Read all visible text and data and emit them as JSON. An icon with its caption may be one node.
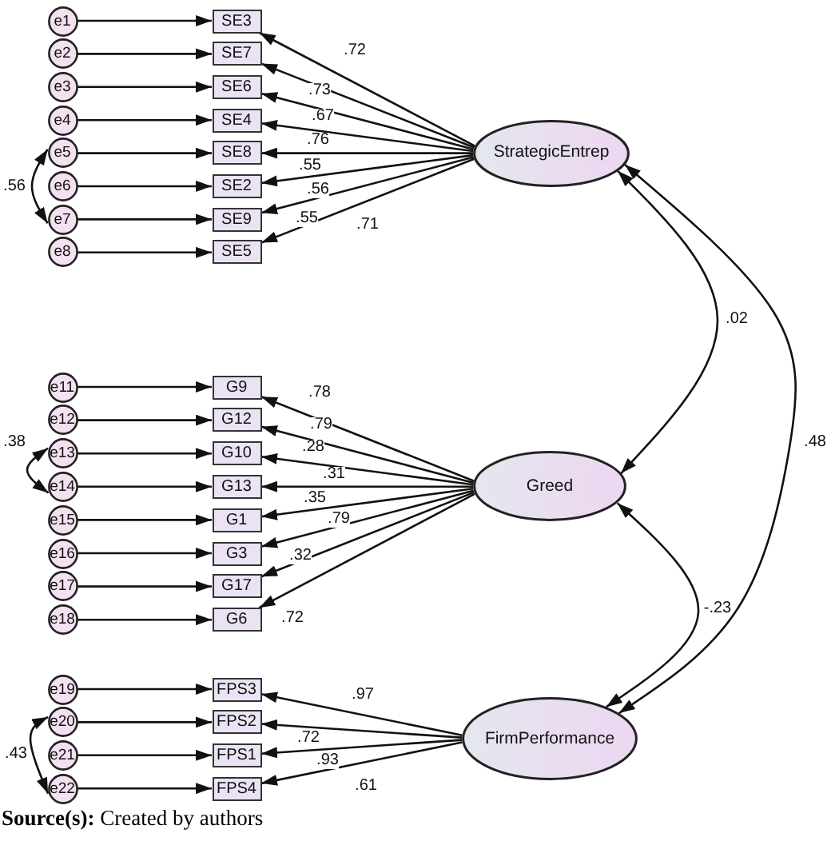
{
  "diagram": {
    "caption": "**Source(s):** Created by authors",
    "nodes": [
      {
        "text": [
          "e1"
        ]
      },
      {
        "text": [
          "e2"
        ]
      },
      {
        "text": [
          "e3"
        ]
      },
      {
        "text": [
          "e4"
        ]
      },
      {
        "text": [
          "e5"
        ]
      },
      {
        "text": [
          "e6"
        ]
      },
      {
        "text": [
          "e7"
        ]
      },
      {
        "text": [
          "e8"
        ]
      },
      {
        "text": [
          "SE3"
        ]
      },
      {
        "text": [
          "SE7"
        ]
      },
      {
        "text": [
          "SE6"
        ]
      },
      {
        "text": [
          "SE4"
        ]
      },
      {
        "text": [
          "SE8"
        ]
      },
      {
        "text": [
          "SE2"
        ]
      },
      {
        "text": [
          "SE9"
        ]
      },
      {
        "text": [
          "SE5"
        ]
      },
      {
        "text": [
          "StrategicEntrep"
        ]
      },
      {
        "text": [
          "e11"
        ]
      },
      {
        "text": [
          "e12"
        ]
      },
      {
        "text": [
          "e13"
        ]
      },
      {
        "text": [
          "e14"
        ]
      },
      {
        "text": [
          "e15"
        ]
      },
      {
        "text": [
          "e16"
        ]
      },
      {
        "text": [
          "e17"
        ]
      },
      {
        "text": [
          "e18"
        ]
      },
      {
        "text": [
          "G9"
        ]
      },
      {
        "text": [
          "G12"
        ]
      },
      {
        "text": [
          "G10"
        ]
      },
      {
        "text": [
          "G13"
        ]
      },
      {
        "text": [
          "G1"
        ]
      },
      {
        "text": [
          "G3"
        ]
      },
      {
        "text": [
          "G17"
        ]
      },
      {
        "text": [
          "G6"
        ]
      },
      {
        "text": [
          "Greed"
        ]
      },
      {
        "text": [
          "e19"
        ]
      },
      {
        "text": [
          "e20"
        ]
      },
      {
        "text": [
          "e21"
        ]
      },
      {
        "text": [
          "e22"
        ]
      },
      {
        "text": [
          "FPS3"
        ]
      },
      {
        "text": [
          "FPS2"
        ]
      },
      {
        "text": [
          "FPS1"
        ]
      },
      {
        "text": [
          "FPS4"
        ]
      },
      {
        "text": [
          "FirmPerformance"
        ]
      }
    ],
    "edges": [
      {
        "from": 0,
        "to": 8,
        "arrow": "to"
      },
      {
        "from": 1,
        "to": 9,
        "arrow": "to"
      },
      {
        "from": 2,
        "to": 10,
        "arrow": "to"
      },
      {
        "from": 3,
        "to": 11,
        "arrow": "to"
      },
      {
        "from": 4,
        "to": 12,
        "arrow": "to"
      },
      {
        "from": 5,
        "to": 13,
        "arrow": "to"
      },
      {
        "from": 6,
        "to": 14,
        "arrow": "to"
      },
      {
        "from": 7,
        "to": 15,
        "arrow": "to"
      },
      {
        "from": 16,
        "to": 8,
        "arrow": "to",
        "label": ".72"
      },
      {
        "from": 16,
        "to": 9,
        "arrow": "to",
        "label": ".73"
      },
      {
        "from": 16,
        "to": 10,
        "arrow": "to",
        "label": ".67"
      },
      {
        "from": 16,
        "to": 11,
        "arrow": "to",
        "label": ".76"
      },
      {
        "from": 16,
        "to": 12,
        "arrow": "to",
        "label": ".55"
      },
      {
        "from": 16,
        "to": 13,
        "arrow": "to",
        "label": ".56"
      },
      {
        "from": 16,
        "to": 14,
        "arrow": "to",
        "label": ".55"
      },
      {
        "from": 16,
        "to": 15,
        "arrow": "to",
        "label": ".71"
      },
      {
        "from": 4,
        "to": 6,
        "arrow": "both",
        "label": ".56"
      },
      {
        "from": 17,
        "to": 25,
        "arrow": "to"
      },
      {
        "from": 18,
        "to": 26,
        "arrow": "to"
      },
      {
        "from": 19,
        "to": 27,
        "arrow": "to"
      },
      {
        "from": 20,
        "to": 28,
        "arrow": "to"
      },
      {
        "from": 21,
        "to": 29,
        "arrow": "to"
      },
      {
        "from": 22,
        "to": 30,
        "arrow": "to"
      },
      {
        "from": 23,
        "to": 31,
        "arrow": "to"
      },
      {
        "from": 24,
        "to": 32,
        "arrow": "to"
      },
      {
        "from": 33,
        "to": 25,
        "arrow": "to",
        "label": ".78"
      },
      {
        "from": 33,
        "to": 26,
        "arrow": "to",
        "label": ".79"
      },
      {
        "from": 33,
        "to": 27,
        "arrow": "to",
        "label": ".28"
      },
      {
        "from": 33,
        "to": 28,
        "arrow": "to",
        "label": ".31"
      },
      {
        "from": 33,
        "to": 29,
        "arrow": "to",
        "label": ".35"
      },
      {
        "from": 33,
        "to": 30,
        "arrow": "to",
        "label": ".79"
      },
      {
        "from": 33,
        "to": 31,
        "arrow": "to",
        "label": ".32"
      },
      {
        "from": 33,
        "to": 32,
        "arrow": "to",
        "label": ".72"
      },
      {
        "from": 19,
        "to": 20,
        "arrow": "both",
        "label": ".38"
      },
      {
        "from": 34,
        "to": 38,
        "arrow": "to"
      },
      {
        "from": 35,
        "to": 39,
        "arrow": "to"
      },
      {
        "from": 36,
        "to": 40,
        "arrow": "to"
      },
      {
        "from": 37,
        "to": 41,
        "arrow": "to"
      },
      {
        "from": 42,
        "to": 38,
        "arrow": "to",
        "label": ".97"
      },
      {
        "from": 42,
        "to": 39,
        "arrow": "to",
        "label": ".72"
      },
      {
        "from": 42,
        "to": 40,
        "arrow": "to",
        "label": ".93"
      },
      {
        "from": 42,
        "to": 41,
        "arrow": "to",
        "label": ".61"
      },
      {
        "from": 35,
        "to": 37,
        "arrow": "both",
        "label": ".43"
      },
      {
        "from": 16,
        "to": 33,
        "arrow": "both",
        "label": ".02"
      },
      {
        "from": 16,
        "to": 42,
        "arrow": "both",
        "label": ".48"
      },
      {
        "from": 33,
        "to": 42,
        "arrow": "both",
        "label": "-.23"
      }
    ]
  }
}
